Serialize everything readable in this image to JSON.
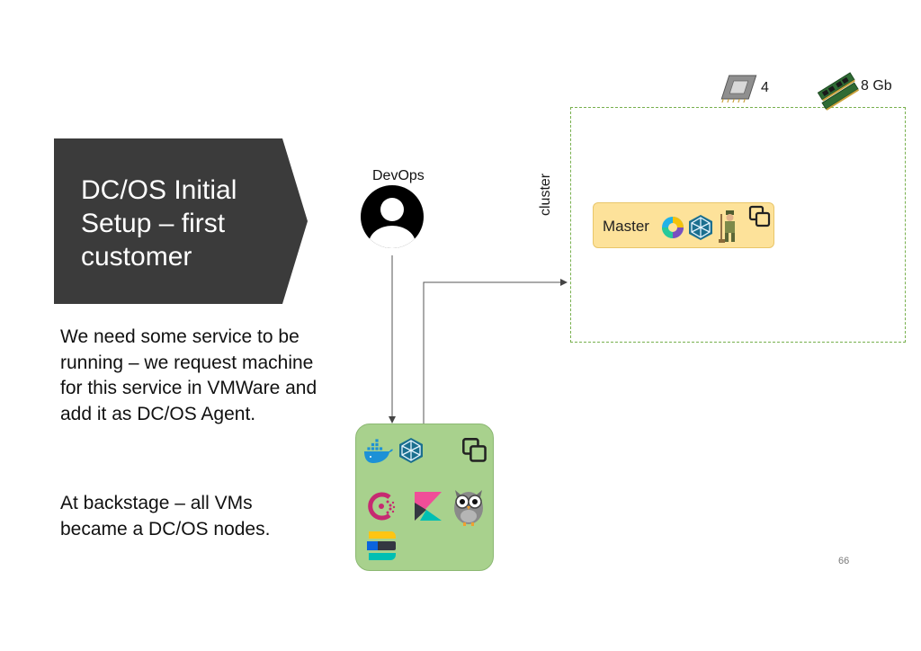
{
  "slide": {
    "title": "DC/OS Initial Setup – first customer",
    "paragraph_1": "We need some service to be running – we request machine for this service in VMWare and add it as DC/OS Agent.",
    "paragraph_2": "At backstage – all VMs became a DC/OS nodes.",
    "page_number": "66"
  },
  "diagram": {
    "devops_label": "DevOps",
    "cluster_label": "cluster",
    "master_label": "Master",
    "resources": {
      "cpu_count": "4",
      "ram": "8 Gb"
    }
  },
  "icons": {
    "user": "person-avatar-icon",
    "master": [
      "dcos-logo-icon",
      "mesos-logo-icon",
      "marathon-soldier-icon",
      "virtual-machine-icon"
    ],
    "node": [
      "docker-logo-icon",
      "mesos-logo-icon",
      "virtual-machine-icon",
      "consul-logo-icon",
      "kibana-logo-icon",
      "owl-icon",
      "elastic-logo-icon"
    ],
    "resources": [
      "cpu-chip-icon",
      "ram-module-icon"
    ]
  },
  "colors": {
    "banner": "#3b3b3b",
    "master_fill": "#fde29a",
    "node_fill": "#a8d18d",
    "cluster_border": "#78b04e"
  }
}
